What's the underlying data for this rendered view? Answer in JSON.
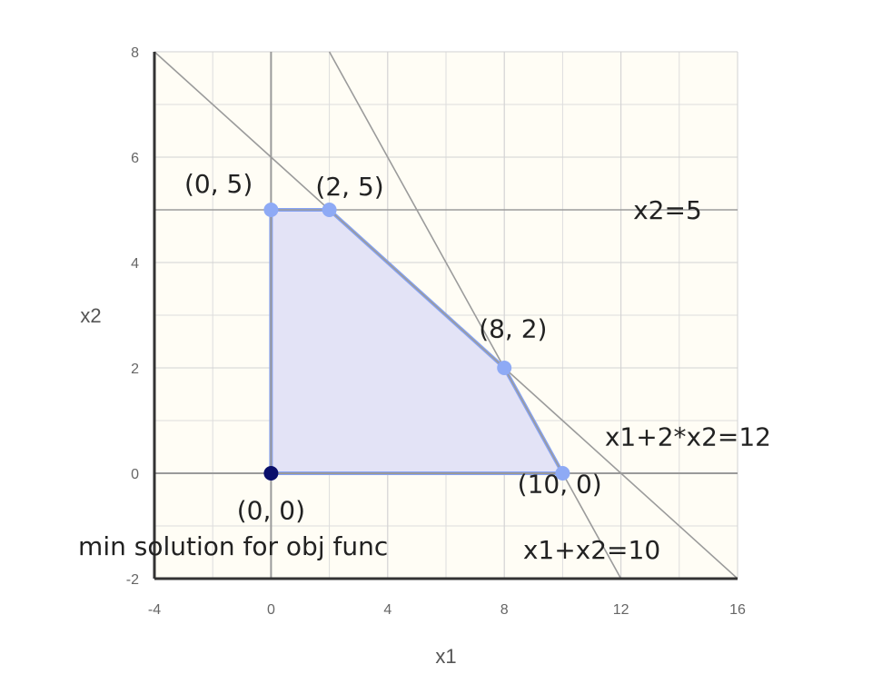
{
  "chart_data": {
    "type": "scatter",
    "xlabel": "x1",
    "ylabel": "x2",
    "xlim": [
      -4,
      16
    ],
    "ylim": [
      -2,
      8
    ],
    "x_ticks": [
      -4,
      0,
      4,
      8,
      12,
      16
    ],
    "y_ticks": [
      -2,
      0,
      2,
      4,
      6,
      8
    ],
    "grid": true,
    "colors": {
      "plot_background": "#fffdf5",
      "grid": "#dddddd",
      "feasible_fill": "#e3e3f6",
      "feasible_edge": "#86a3f5",
      "vertex": "#8eaaf5",
      "optimum": "#0a0f6b",
      "constraint_line": "#9b9b9b"
    },
    "constraints": [
      {
        "label": "x2=5",
        "a": 0,
        "b": 1,
        "c": 5,
        "label_at": [
          13.6,
          5.0
        ]
      },
      {
        "label": "x1+2*x2=12",
        "a": 1,
        "b": 2,
        "c": 12,
        "label_at": [
          14.3,
          0.7
        ]
      },
      {
        "label": "x1+x2=10",
        "a": 1,
        "b": 1,
        "c": 10,
        "label_at": [
          11.0,
          -1.45
        ]
      }
    ],
    "feasible_region": [
      [
        0,
        0
      ],
      [
        0,
        5
      ],
      [
        2,
        5
      ],
      [
        8,
        2
      ],
      [
        10,
        0
      ]
    ],
    "vertices": [
      {
        "x": 0,
        "y": 5,
        "label": "(0, 5)",
        "label_at": [
          -1.8,
          5.5
        ]
      },
      {
        "x": 2,
        "y": 5,
        "label": "(2, 5)",
        "label_at": [
          2.7,
          5.45
        ]
      },
      {
        "x": 8,
        "y": 2,
        "label": "(8, 2)",
        "label_at": [
          8.3,
          2.75
        ]
      },
      {
        "x": 10,
        "y": 0,
        "label": "(10, 0)",
        "label_at": [
          9.9,
          -0.2
        ]
      }
    ],
    "optimum": {
      "x": 0,
      "y": 0,
      "label": "(0, 0)",
      "label_at": [
        0,
        -0.7
      ]
    },
    "annotation": {
      "text": "min solution for obj func",
      "at": [
        -1.3,
        -1.38
      ]
    }
  }
}
